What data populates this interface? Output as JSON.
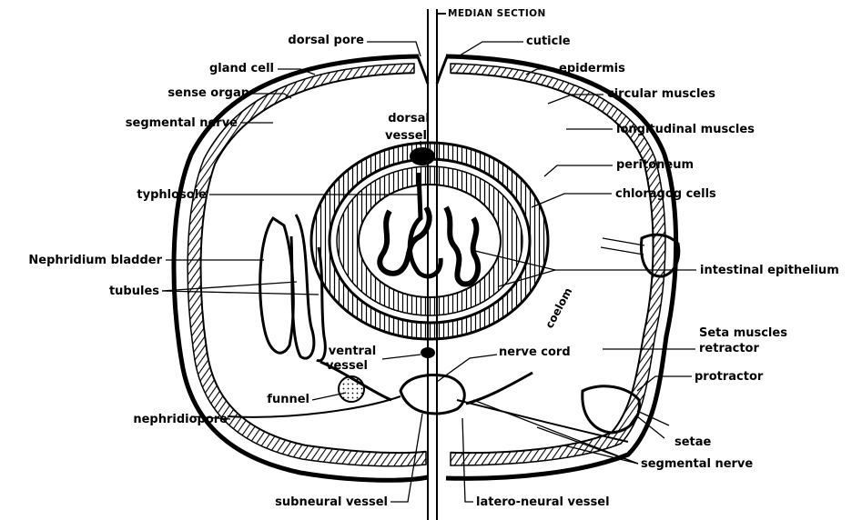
{
  "title": "MEDIAN SECTION",
  "labels": {
    "dorsal_pore": "dorsal pore",
    "cuticle": "cuticle",
    "gland_cell": "gland cell",
    "epidermis": "epidermis",
    "sense_organ": "sense organ",
    "circular_muscles": "circular muscles",
    "segmental_nerve_top": "segmental nerve",
    "dorsal": "dorsal",
    "vessel": "vessel",
    "longitudinal_muscles": "longitudinal muscles",
    "peritoneum": "peritoneum",
    "typhlosole": "typhlosole",
    "chloragog_cells": "chloragog cells",
    "nephridium_bladder": "Nephridium bladder",
    "intestinal_epithelium": "intestinal epithelium",
    "tubules": "tubules",
    "coelom": "coelom",
    "seta_muscles": "Seta muscles",
    "retractor": "retractor",
    "ventral": "ventral",
    "ventral_vessel_word": "vessel",
    "nerve_cord": "nerve cord",
    "protractor": "protractor",
    "funnel": "funnel",
    "nephridiopore": "nephridiopore",
    "setae": "setae",
    "segmental_nerve_bottom": "segmental nerve",
    "subneural_vessel": "subneural vessel",
    "latero_neural_vessel": "latero-neural vessel"
  }
}
